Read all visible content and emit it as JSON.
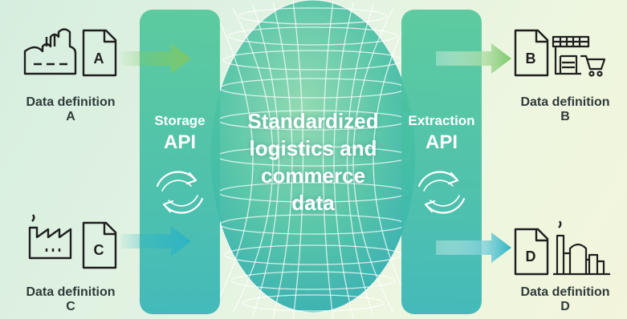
{
  "center": {
    "lines": [
      "Standardized",
      "logistics and",
      "commerce",
      "data"
    ]
  },
  "storage": {
    "label": "Storage",
    "api": "API"
  },
  "extraction": {
    "label": "Extraction",
    "api": "API"
  },
  "definitions": {
    "a": {
      "line1": "Data definition",
      "letter": "A"
    },
    "b": {
      "line1": "Data definition",
      "letter": "B"
    },
    "c": {
      "line1": "Data definition",
      "letter": "C"
    },
    "d": {
      "line1": "Data definition",
      "letter": "D"
    }
  },
  "colors": {
    "api_bar": "#4fc3a3",
    "arrow_green": "#7cc86a",
    "arrow_teal": "#2fb4c4",
    "text_dark": "#2f3a3a"
  },
  "icons": [
    "factory-icon",
    "document-icon",
    "store-icon",
    "cart-icon",
    "industrial-plant-icon",
    "refinery-icon",
    "cycle-arrows-icon",
    "right-arrow-icon",
    "globe-grid-icon"
  ]
}
